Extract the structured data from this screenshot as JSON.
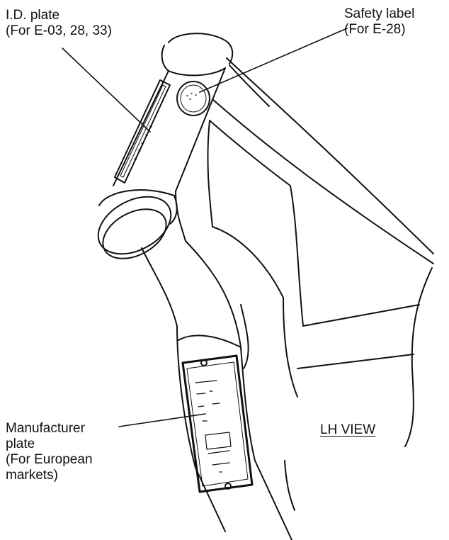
{
  "labels": {
    "id_plate": {
      "line1": "I.D. plate",
      "line2": "(For E-03, 28, 33)"
    },
    "safety_label": {
      "line1": "Safety label",
      "line2": "(For E-28)"
    },
    "manufacturer_plate": {
      "line1": "Manufacturer",
      "line2": "plate",
      "line3": "(For European",
      "line4": "markets)"
    },
    "view": "LH VIEW"
  },
  "colors": {
    "line": "#111111",
    "background": "#ffffff"
  }
}
